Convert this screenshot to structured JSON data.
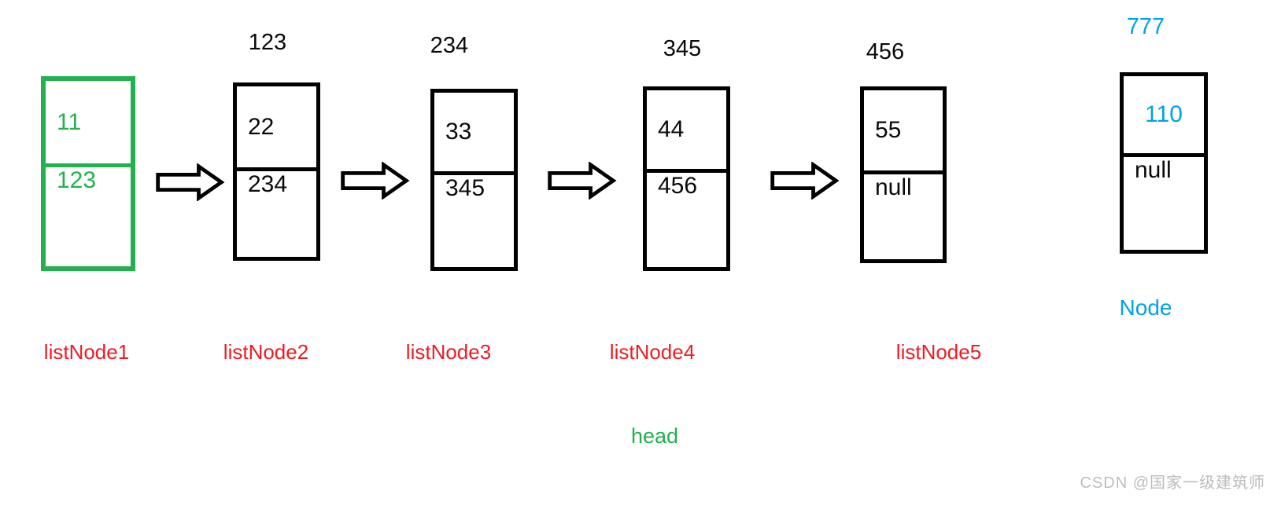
{
  "diagram": {
    "type": "singly-linked-list",
    "colors": {
      "node_highlight_green": "#22B14C",
      "label_red": "#ED1C24",
      "accent_blue": "#00A2E8",
      "stroke_black": "#000000",
      "watermark_gray": "#bdbdbd"
    },
    "nodes": [
      {
        "address": "",
        "value": "11",
        "next": "123",
        "label": "listNode1"
      },
      {
        "address": "123",
        "value": "22",
        "next": "234",
        "label": "listNode2"
      },
      {
        "address": "234",
        "value": "33",
        "next": "345",
        "label": "listNode3"
      },
      {
        "address": "345",
        "value": "44",
        "next": "456",
        "label": "listNode4"
      },
      {
        "address": "456",
        "value": "55",
        "next": "null",
        "label": "listNode5"
      }
    ],
    "detached_node": {
      "address": "777",
      "value": "110",
      "next": "null",
      "label": "Node"
    },
    "head_label": "head",
    "watermark": "CSDN @国家一级建筑师"
  }
}
